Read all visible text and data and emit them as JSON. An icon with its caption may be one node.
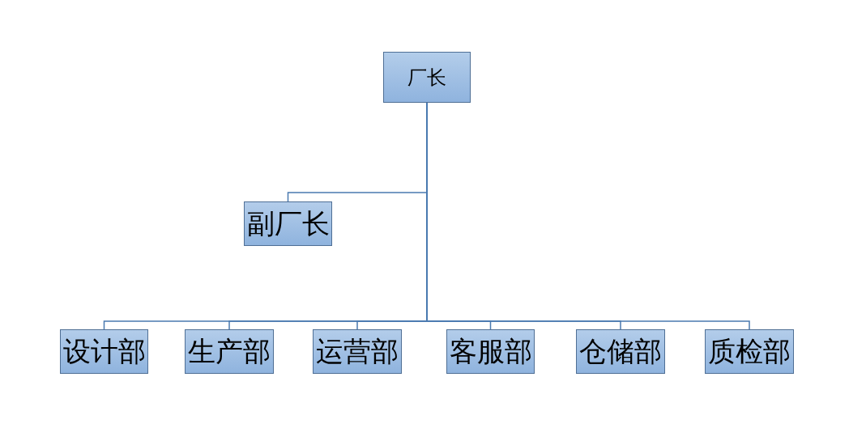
{
  "diagram": {
    "nodes": [
      {
        "text": [
          "厂长"
        ]
      },
      {
        "text": [
          "副厂长"
        ]
      },
      {
        "text": [
          "设计部"
        ]
      },
      {
        "text": [
          "生产部"
        ]
      },
      {
        "text": [
          "运营部"
        ]
      },
      {
        "text": [
          "客服部"
        ]
      },
      {
        "text": [
          "仓储部"
        ]
      },
      {
        "text": [
          "质检部"
        ]
      }
    ],
    "edges": [
      {
        "from": 0,
        "to": 1,
        "arrow": "none"
      },
      {
        "from": 0,
        "to": 2,
        "arrow": "none"
      },
      {
        "from": 0,
        "to": 3,
        "arrow": "none"
      },
      {
        "from": 0,
        "to": 4,
        "arrow": "none"
      },
      {
        "from": 0,
        "to": 5,
        "arrow": "none"
      },
      {
        "from": 0,
        "to": 6,
        "arrow": "none"
      },
      {
        "from": 0,
        "to": 7,
        "arrow": "none"
      }
    ]
  }
}
